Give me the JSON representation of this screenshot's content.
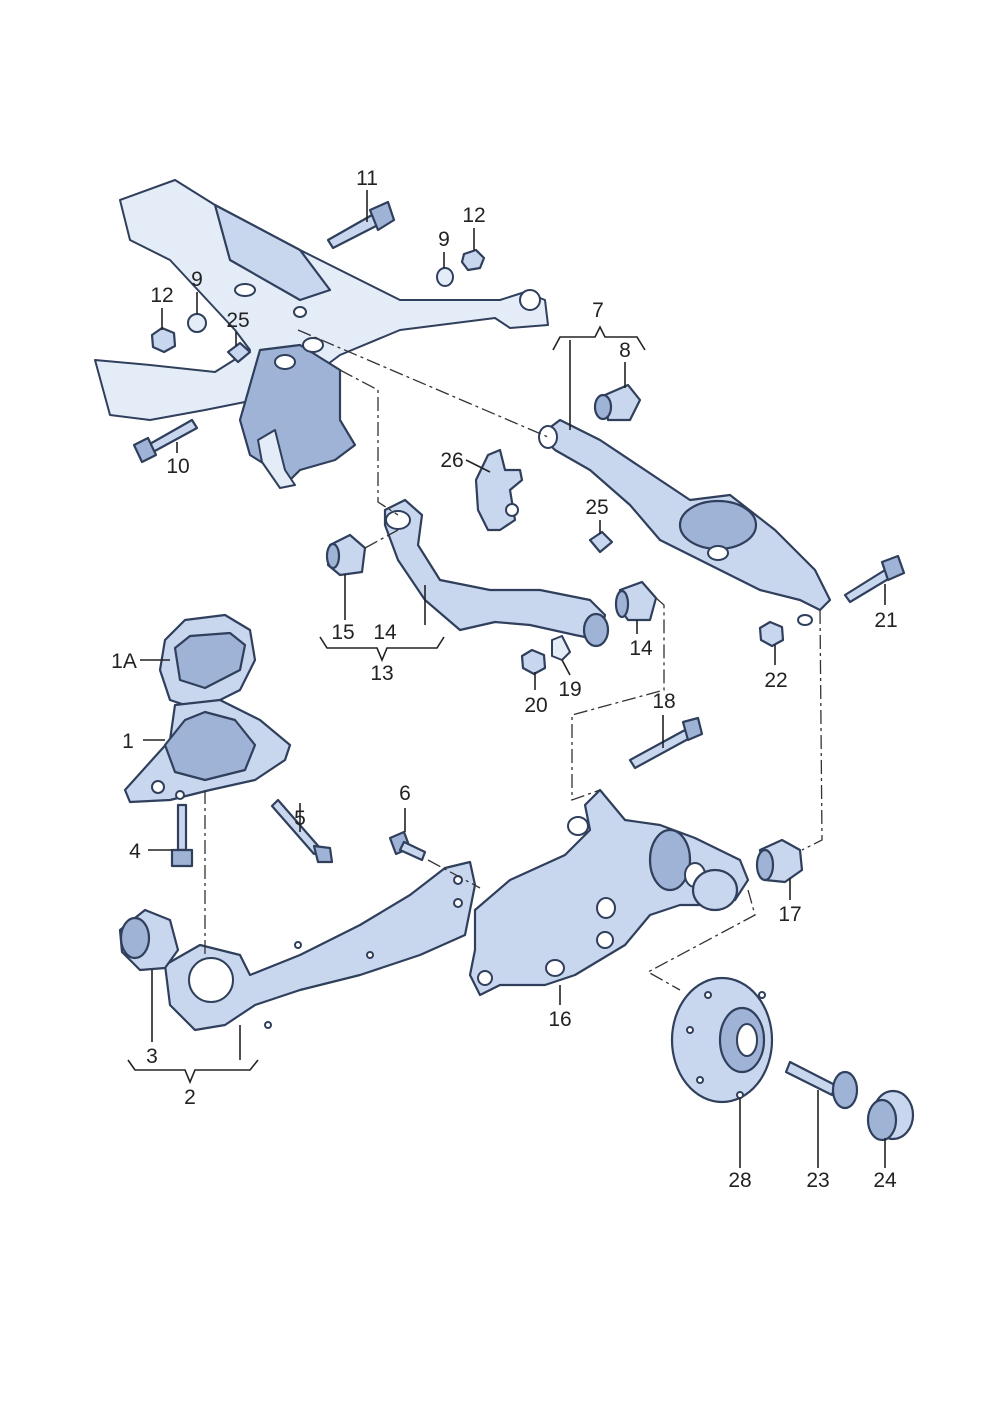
{
  "diagram": {
    "labels": {
      "l1": "1",
      "l1a": "1A",
      "l2": "2",
      "l3": "3",
      "l4": "4",
      "l5": "5",
      "l6": "6",
      "l7": "7",
      "l8": "8",
      "l9a": "9",
      "l9b": "9",
      "l10": "10",
      "l11": "11",
      "l12a": "12",
      "l12b": "12",
      "l13": "13",
      "l14a": "14",
      "l14b": "14",
      "l15": "15",
      "l16": "16",
      "l17": "17",
      "l18": "18",
      "l19": "19",
      "l20": "20",
      "l21": "21",
      "l22": "22",
      "l23": "23",
      "l24": "24",
      "l25a": "25",
      "l25b": "25",
      "l26": "26",
      "l28": "28"
    },
    "colors": {
      "part_fill": "#c9d7ee",
      "part_shadow": "#9fb3d6",
      "outline": "#2f3f5c"
    }
  }
}
